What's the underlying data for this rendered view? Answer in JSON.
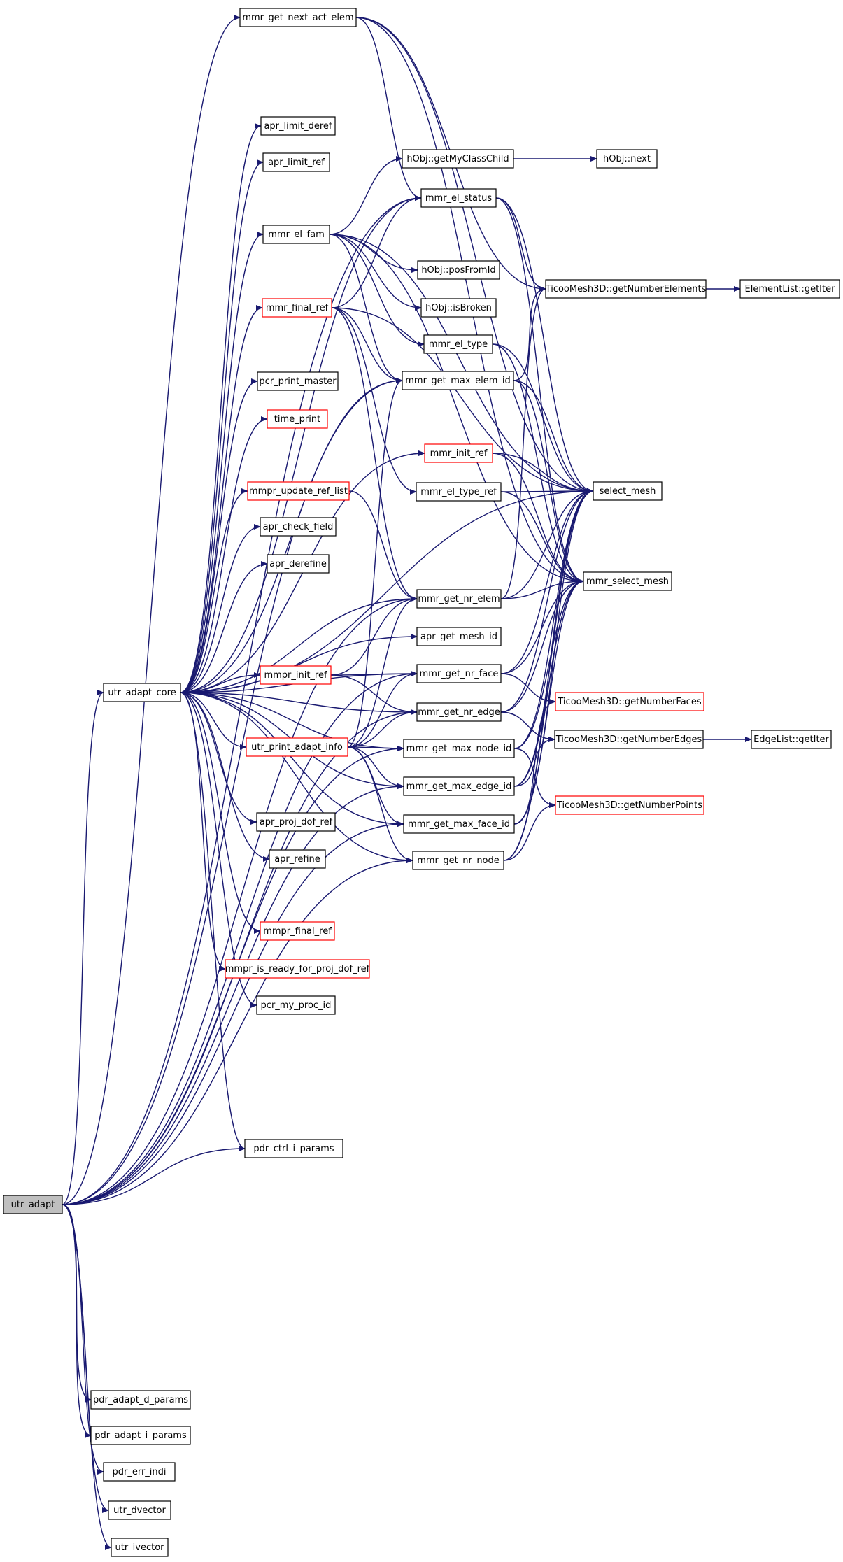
{
  "graph": {
    "colors": {
      "edge": "#191970",
      "node_border": "#000000",
      "node_border_truncated": "#ff0000",
      "root_fill": "#bfbfbf",
      "background": "#ffffff"
    },
    "nodes": [
      {
        "id": "utr_adapt",
        "label": "utr_adapt",
        "root": true
      },
      {
        "id": "utr_adapt_core",
        "label": "utr_adapt_core"
      },
      {
        "id": "mmr_get_next_act_elem",
        "label": "mmr_get_next_act_elem"
      },
      {
        "id": "apr_limit_deref",
        "label": "apr_limit_deref"
      },
      {
        "id": "apr_limit_ref",
        "label": "apr_limit_ref"
      },
      {
        "id": "mmr_el_fam",
        "label": "mmr_el_fam"
      },
      {
        "id": "mmr_final_ref",
        "label": "mmr_final_ref",
        "truncated": true
      },
      {
        "id": "pcr_print_master",
        "label": "pcr_print_master"
      },
      {
        "id": "time_print",
        "label": "time_print",
        "truncated": true
      },
      {
        "id": "mmpr_update_ref_list",
        "label": "mmpr_update_ref_list",
        "truncated": true
      },
      {
        "id": "apr_check_field",
        "label": "apr_check_field"
      },
      {
        "id": "apr_derefine",
        "label": "apr_derefine"
      },
      {
        "id": "mmpr_init_ref",
        "label": "mmpr_init_ref",
        "truncated": true
      },
      {
        "id": "utr_print_adapt_info",
        "label": "utr_print_adapt_info",
        "truncated": true
      },
      {
        "id": "apr_proj_dof_ref",
        "label": "apr_proj_dof_ref"
      },
      {
        "id": "apr_refine",
        "label": "apr_refine"
      },
      {
        "id": "mmpr_final_ref",
        "label": "mmpr_final_ref",
        "truncated": true
      },
      {
        "id": "mmpr_is_ready_for_proj_dof_ref",
        "label": "mmpr_is_ready_for_proj_dof_ref",
        "truncated": true
      },
      {
        "id": "pcr_my_proc_id",
        "label": "pcr_my_proc_id"
      },
      {
        "id": "pdr_ctrl_i_params",
        "label": "pdr_ctrl_i_params"
      },
      {
        "id": "hObj_getMyClassChild",
        "label": "hObj::getMyClassChild"
      },
      {
        "id": "mmr_el_status",
        "label": "mmr_el_status"
      },
      {
        "id": "hObj_posFromId",
        "label": "hObj::posFromId"
      },
      {
        "id": "hObj_isBroken",
        "label": "hObj::isBroken"
      },
      {
        "id": "mmr_el_type",
        "label": "mmr_el_type"
      },
      {
        "id": "mmr_get_max_elem_id",
        "label": "mmr_get_max_elem_id"
      },
      {
        "id": "mmr_init_ref",
        "label": "mmr_init_ref",
        "truncated": true
      },
      {
        "id": "mmr_el_type_ref",
        "label": "mmr_el_type_ref"
      },
      {
        "id": "mmr_get_nr_elem",
        "label": "mmr_get_nr_elem"
      },
      {
        "id": "apr_get_mesh_id",
        "label": "apr_get_mesh_id"
      },
      {
        "id": "mmr_get_nr_face",
        "label": "mmr_get_nr_face"
      },
      {
        "id": "mmr_get_nr_edge",
        "label": "mmr_get_nr_edge"
      },
      {
        "id": "mmr_get_max_node_id",
        "label": "mmr_get_max_node_id"
      },
      {
        "id": "mmr_get_max_edge_id",
        "label": "mmr_get_max_edge_id"
      },
      {
        "id": "mmr_get_max_face_id",
        "label": "mmr_get_max_face_id"
      },
      {
        "id": "mmr_get_nr_node",
        "label": "mmr_get_nr_node"
      },
      {
        "id": "hObj_next",
        "label": "hObj::next"
      },
      {
        "id": "TicooMesh3D_getNumberElements",
        "label": "TicooMesh3D::getNumberElements"
      },
      {
        "id": "ElementList_getIter",
        "label": "ElementList::getIter"
      },
      {
        "id": "select_mesh",
        "label": "select_mesh"
      },
      {
        "id": "mmr_select_mesh",
        "label": "mmr_select_mesh"
      },
      {
        "id": "TicooMesh3D_getNumberFaces",
        "label": "TicooMesh3D::getNumberFaces",
        "truncated": true
      },
      {
        "id": "TicooMesh3D_getNumberEdges",
        "label": "TicooMesh3D::getNumberEdges"
      },
      {
        "id": "EdgeList_getIter",
        "label": "EdgeList::getIter"
      },
      {
        "id": "TicooMesh3D_getNumberPoints",
        "label": "TicooMesh3D::getNumberPoints",
        "truncated": true
      },
      {
        "id": "pdr_adapt_d_params",
        "label": "pdr_adapt_d_params"
      },
      {
        "id": "pdr_adapt_i_params",
        "label": "pdr_adapt_i_params"
      },
      {
        "id": "pdr_err_indi",
        "label": "pdr_err_indi"
      },
      {
        "id": "utr_dvector",
        "label": "utr_dvector"
      },
      {
        "id": "utr_ivector",
        "label": "utr_ivector"
      }
    ],
    "edges": [
      [
        "utr_adapt",
        "mmr_get_next_act_elem"
      ],
      [
        "utr_adapt",
        "mmr_el_status"
      ],
      [
        "utr_adapt",
        "utr_adapt_core"
      ],
      [
        "utr_adapt",
        "pdr_ctrl_i_params"
      ],
      [
        "utr_adapt",
        "mmr_get_nr_elem"
      ],
      [
        "utr_adapt",
        "mmr_get_nr_face"
      ],
      [
        "utr_adapt",
        "mmr_get_nr_edge"
      ],
      [
        "utr_adapt",
        "mmr_get_max_node_id"
      ],
      [
        "utr_adapt",
        "mmr_get_max_edge_id"
      ],
      [
        "utr_adapt",
        "mmr_get_max_face_id"
      ],
      [
        "utr_adapt",
        "mmr_get_nr_node"
      ],
      [
        "utr_adapt",
        "mmr_get_max_elem_id"
      ],
      [
        "utr_adapt",
        "pdr_adapt_d_params"
      ],
      [
        "utr_adapt",
        "pdr_adapt_i_params"
      ],
      [
        "utr_adapt",
        "pdr_err_indi"
      ],
      [
        "utr_adapt",
        "utr_dvector"
      ],
      [
        "utr_adapt",
        "utr_ivector"
      ],
      [
        "utr_adapt_core",
        "apr_limit_deref"
      ],
      [
        "utr_adapt_core",
        "apr_limit_ref"
      ],
      [
        "utr_adapt_core",
        "mmr_el_fam"
      ],
      [
        "utr_adapt_core",
        "mmr_el_status"
      ],
      [
        "utr_adapt_core",
        "mmr_final_ref"
      ],
      [
        "utr_adapt_core",
        "pcr_print_master"
      ],
      [
        "utr_adapt_core",
        "time_print"
      ],
      [
        "utr_adapt_core",
        "mmr_init_ref"
      ],
      [
        "utr_adapt_core",
        "mmpr_update_ref_list"
      ],
      [
        "utr_adapt_core",
        "apr_check_field"
      ],
      [
        "utr_adapt_core",
        "apr_derefine"
      ],
      [
        "utr_adapt_core",
        "mmr_get_nr_elem"
      ],
      [
        "utr_adapt_core",
        "apr_get_mesh_id"
      ],
      [
        "utr_adapt_core",
        "mmpr_init_ref"
      ],
      [
        "utr_adapt_core",
        "mmr_get_nr_face"
      ],
      [
        "utr_adapt_core",
        "utr_print_adapt_info"
      ],
      [
        "utr_adapt_core",
        "mmr_get_nr_edge"
      ],
      [
        "utr_adapt_core",
        "apr_proj_dof_ref"
      ],
      [
        "utr_adapt_core",
        "apr_refine"
      ],
      [
        "utr_adapt_core",
        "mmr_get_max_node_id"
      ],
      [
        "utr_adapt_core",
        "mmpr_final_ref"
      ],
      [
        "utr_adapt_core",
        "mmpr_is_ready_for_proj_dof_ref"
      ],
      [
        "utr_adapt_core",
        "pcr_my_proc_id"
      ],
      [
        "utr_adapt_core",
        "mmr_get_max_edge_id"
      ],
      [
        "utr_adapt_core",
        "mmr_get_max_face_id"
      ],
      [
        "utr_adapt_core",
        "mmr_get_nr_node"
      ],
      [
        "utr_adapt_core",
        "pdr_ctrl_i_params"
      ],
      [
        "utr_adapt_core",
        "mmr_get_max_elem_id"
      ],
      [
        "utr_adapt_core",
        "select_mesh"
      ],
      [
        "mmr_get_next_act_elem",
        "mmr_el_status"
      ],
      [
        "mmr_get_next_act_elem",
        "TicooMesh3D_getNumberElements"
      ],
      [
        "mmr_get_next_act_elem",
        "select_mesh"
      ],
      [
        "mmr_get_next_act_elem",
        "mmr_select_mesh"
      ],
      [
        "mmr_el_fam",
        "hObj_getMyClassChild"
      ],
      [
        "mmr_el_fam",
        "hObj_posFromId"
      ],
      [
        "mmr_el_fam",
        "hObj_isBroken"
      ],
      [
        "mmr_el_fam",
        "mmr_el_type"
      ],
      [
        "mmr_el_fam",
        "select_mesh"
      ],
      [
        "mmr_el_fam",
        "mmr_select_mesh"
      ],
      [
        "mmr_el_fam",
        "mmr_get_max_elem_id"
      ],
      [
        "mmr_final_ref",
        "mmr_el_status"
      ],
      [
        "mmr_final_ref",
        "mmr_get_max_elem_id"
      ],
      [
        "mmr_final_ref",
        "mmr_el_type_ref"
      ],
      [
        "mmr_final_ref",
        "mmr_get_nr_elem"
      ],
      [
        "mmr_final_ref",
        "select_mesh"
      ],
      [
        "mmpr_update_ref_list",
        "mmr_get_nr_elem"
      ],
      [
        "mmpr_init_ref",
        "mmr_get_nr_elem"
      ],
      [
        "mmpr_init_ref",
        "mmr_get_nr_face"
      ],
      [
        "mmpr_init_ref",
        "mmr_get_nr_edge"
      ],
      [
        "utr_print_adapt_info",
        "mmr_get_nr_elem"
      ],
      [
        "utr_print_adapt_info",
        "mmr_get_nr_face"
      ],
      [
        "utr_print_adapt_info",
        "mmr_get_nr_edge"
      ],
      [
        "utr_print_adapt_info",
        "mmr_get_max_node_id"
      ],
      [
        "utr_print_adapt_info",
        "mmr_get_max_edge_id"
      ],
      [
        "utr_print_adapt_info",
        "mmr_get_max_face_id"
      ],
      [
        "utr_print_adapt_info",
        "mmr_get_nr_node"
      ],
      [
        "utr_print_adapt_info",
        "mmr_get_max_elem_id"
      ],
      [
        "hObj_getMyClassChild",
        "hObj_next"
      ],
      [
        "mmr_el_status",
        "TicooMesh3D_getNumberElements"
      ],
      [
        "mmr_el_status",
        "select_mesh"
      ],
      [
        "mmr_el_status",
        "mmr_select_mesh"
      ],
      [
        "mmr_el_type",
        "select_mesh"
      ],
      [
        "mmr_el_type",
        "mmr_select_mesh"
      ],
      [
        "mmr_get_max_elem_id",
        "TicooMesh3D_getNumberElements"
      ],
      [
        "mmr_get_max_elem_id",
        "select_mesh"
      ],
      [
        "mmr_get_max_elem_id",
        "mmr_select_mesh"
      ],
      [
        "mmr_init_ref",
        "select_mesh"
      ],
      [
        "mmr_init_ref",
        "mmr_select_mesh"
      ],
      [
        "mmr_el_type_ref",
        "select_mesh"
      ],
      [
        "mmr_el_type_ref",
        "mmr_select_mesh"
      ],
      [
        "mmr_get_nr_elem",
        "select_mesh"
      ],
      [
        "mmr_get_nr_elem",
        "mmr_select_mesh"
      ],
      [
        "mmr_get_nr_elem",
        "TicooMesh3D_getNumberElements"
      ],
      [
        "mmr_get_nr_face",
        "select_mesh"
      ],
      [
        "mmr_get_nr_face",
        "mmr_select_mesh"
      ],
      [
        "mmr_get_nr_face",
        "TicooMesh3D_getNumberFaces"
      ],
      [
        "mmr_get_nr_edge",
        "select_mesh"
      ],
      [
        "mmr_get_nr_edge",
        "mmr_select_mesh"
      ],
      [
        "mmr_get_nr_edge",
        "TicooMesh3D_getNumberEdges"
      ],
      [
        "mmr_get_max_node_id",
        "select_mesh"
      ],
      [
        "mmr_get_max_node_id",
        "mmr_select_mesh"
      ],
      [
        "mmr_get_max_node_id",
        "TicooMesh3D_getNumberPoints"
      ],
      [
        "mmr_get_max_edge_id",
        "select_mesh"
      ],
      [
        "mmr_get_max_edge_id",
        "mmr_select_mesh"
      ],
      [
        "mmr_get_max_edge_id",
        "TicooMesh3D_getNumberEdges"
      ],
      [
        "mmr_get_max_face_id",
        "select_mesh"
      ],
      [
        "mmr_get_max_face_id",
        "mmr_select_mesh"
      ],
      [
        "mmr_get_max_face_id",
        "TicooMesh3D_getNumberFaces"
      ],
      [
        "mmr_get_nr_node",
        "select_mesh"
      ],
      [
        "mmr_get_nr_node",
        "mmr_select_mesh"
      ],
      [
        "mmr_get_nr_node",
        "TicooMesh3D_getNumberPoints"
      ],
      [
        "TicooMesh3D_getNumberElements",
        "ElementList_getIter"
      ],
      [
        "TicooMesh3D_getNumberEdges",
        "EdgeList_getIter"
      ]
    ]
  }
}
